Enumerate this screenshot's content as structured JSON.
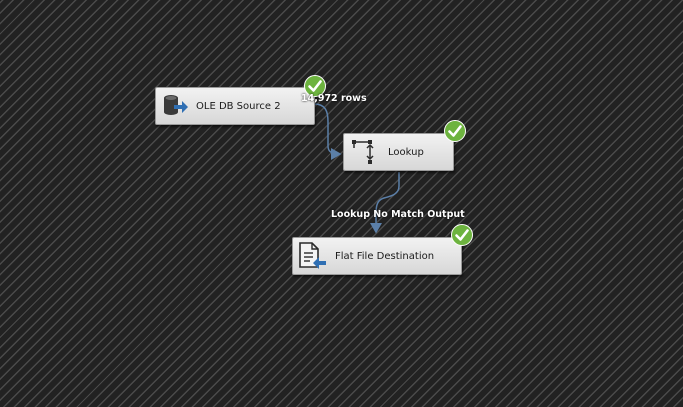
{
  "designer": {
    "tasks": {
      "ole_db_source": {
        "label": "OLE DB Source 2",
        "status": "success",
        "icon": "database-source-icon"
      },
      "lookup": {
        "label": "Lookup",
        "status": "success",
        "icon": "lookup-icon"
      },
      "flat_file_destination": {
        "label": "Flat File Destination",
        "status": "success",
        "icon": "flat-file-destination-icon"
      }
    },
    "paths": {
      "source_to_lookup": {
        "label": "14,972 rows"
      },
      "lookup_to_destination": {
        "label": "Lookup No Match Output"
      }
    }
  },
  "colors": {
    "success": "#6db33f",
    "connector": "#5b7fa8",
    "task_fill": "#e4e4e4"
  }
}
